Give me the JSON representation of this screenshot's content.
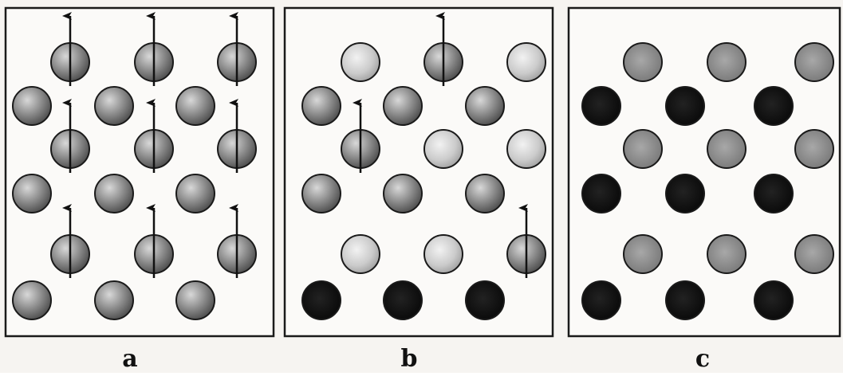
{
  "panels": [
    {
      "label": "a",
      "rows": [
        {
          "atoms": [
            {
              "shade": "medium",
              "spin": true
            },
            {
              "shade": "medium",
              "spin": true
            },
            {
              "shade": "medium",
              "spin": true
            }
          ]
        },
        {
          "atoms": [
            {
              "shade": "medium",
              "spin": false
            },
            {
              "shade": "medium",
              "spin": false
            },
            {
              "shade": "medium",
              "spin": false
            }
          ]
        },
        {
          "atoms": [
            {
              "shade": "medium",
              "spin": true
            },
            {
              "shade": "medium",
              "spin": true
            },
            {
              "shade": "medium",
              "spin": true
            }
          ]
        },
        {
          "atoms": [
            {
              "shade": "medium",
              "spin": false
            },
            {
              "shade": "medium",
              "spin": false
            },
            {
              "shade": "medium",
              "spin": false
            }
          ]
        },
        {
          "atoms": [
            {
              "shade": "medium",
              "spin": true
            },
            {
              "shade": "medium",
              "spin": true
            },
            {
              "shade": "medium",
              "spin": true
            }
          ]
        },
        {
          "atoms": [
            {
              "shade": "medium",
              "spin": false
            },
            {
              "shade": "medium",
              "spin": false
            },
            {
              "shade": "medium",
              "spin": false
            }
          ]
        }
      ]
    },
    {
      "label": "b",
      "rows": [
        {
          "atoms": [
            {
              "shade": "light",
              "spin": false
            },
            {
              "shade": "medium",
              "spin": true
            },
            {
              "shade": "light",
              "spin": false
            }
          ]
        },
        {
          "atoms": [
            {
              "shade": "medium",
              "spin": false
            },
            {
              "shade": "medium",
              "spin": false
            },
            {
              "shade": "medium",
              "spin": false
            }
          ]
        },
        {
          "atoms": [
            {
              "shade": "medium",
              "spin": true
            },
            {
              "shade": "light",
              "spin": false
            },
            {
              "shade": "light",
              "spin": false
            }
          ]
        },
        {
          "atoms": [
            {
              "shade": "medium",
              "spin": false
            },
            {
              "shade": "medium",
              "spin": false
            },
            {
              "shade": "medium",
              "spin": false
            }
          ]
        },
        {
          "atoms": [
            {
              "shade": "light",
              "spin": false
            },
            {
              "shade": "light",
              "spin": false
            },
            {
              "shade": "medium",
              "spin": true
            }
          ]
        },
        {
          "atoms": [
            {
              "shade": "black",
              "spin": false
            },
            {
              "shade": "black",
              "spin": false
            },
            {
              "shade": "black",
              "spin": false
            }
          ]
        }
      ]
    },
    {
      "label": "c",
      "rows": [
        {
          "atoms": [
            {
              "shade": "gray",
              "spin": false
            },
            {
              "shade": "gray",
              "spin": false
            },
            {
              "shade": "gray",
              "spin": false
            }
          ]
        },
        {
          "atoms": [
            {
              "shade": "black",
              "spin": false
            },
            {
              "shade": "black",
              "spin": false
            },
            {
              "shade": "black",
              "spin": false
            }
          ]
        },
        {
          "atoms": [
            {
              "shade": "gray",
              "spin": false
            },
            {
              "shade": "gray",
              "spin": false
            },
            {
              "shade": "gray",
              "spin": false
            }
          ]
        },
        {
          "atoms": [
            {
              "shade": "black",
              "spin": false
            },
            {
              "shade": "black",
              "spin": false
            },
            {
              "shade": "black",
              "spin": false
            }
          ]
        },
        {
          "atoms": [
            {
              "shade": "gray",
              "spin": false
            },
            {
              "shade": "gray",
              "spin": false
            },
            {
              "shade": "gray",
              "spin": false
            }
          ]
        },
        {
          "atoms": [
            {
              "shade": "black",
              "spin": false
            },
            {
              "shade": "black",
              "spin": false
            },
            {
              "shade": "black",
              "spin": false
            }
          ]
        }
      ]
    }
  ],
  "colors": {
    "medium": "#7d7d7d",
    "light": "#c9c9c9",
    "gray": "#8c8c8c",
    "black": "#0e0e0e",
    "outline": "#1a1a1a",
    "arrow": "#111111",
    "frame": "#1a1a1a",
    "panel_bg": "#fbfaf8"
  }
}
